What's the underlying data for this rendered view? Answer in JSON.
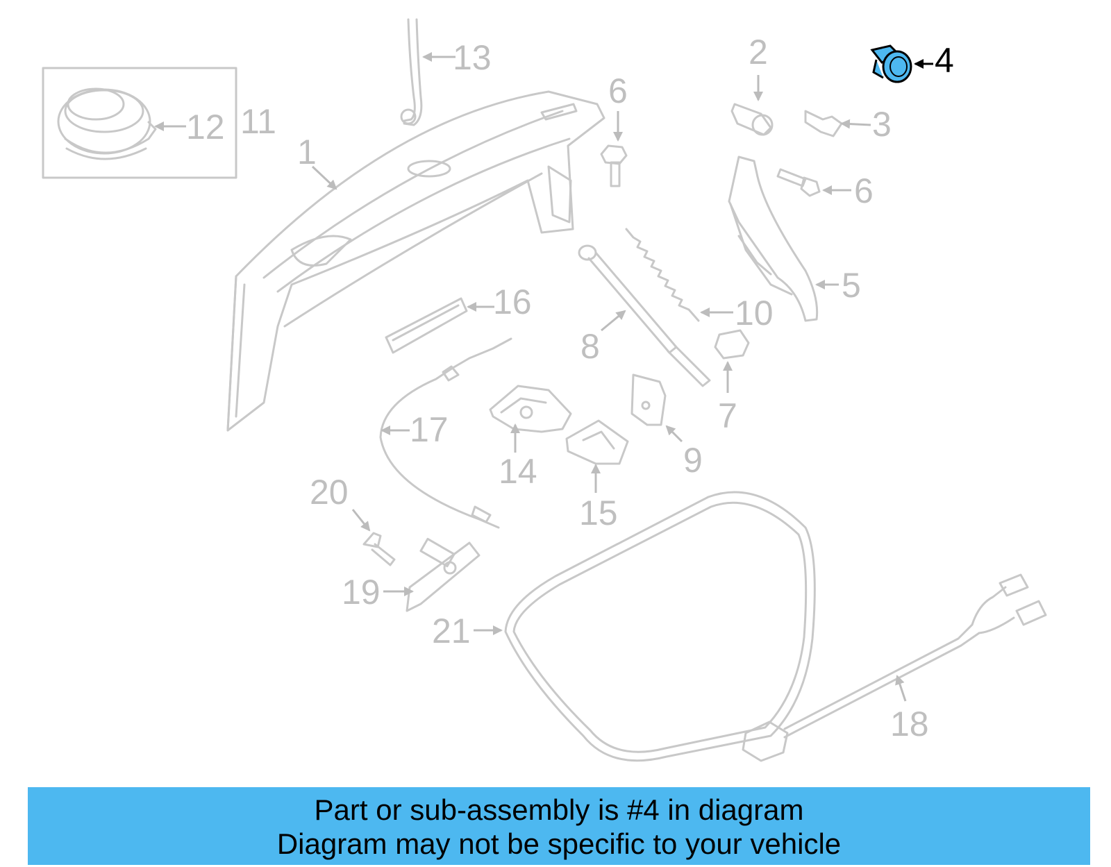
{
  "callouts": {
    "c1": "1",
    "c2": "2",
    "c3": "3",
    "c4": "4",
    "c5": "5",
    "c6a": "6",
    "c6b": "6",
    "c7": "7",
    "c8": "8",
    "c9": "9",
    "c10": "10",
    "c11": "11",
    "c12": "12",
    "c13": "13",
    "c14": "14",
    "c15": "15",
    "c16": "16",
    "c17": "17",
    "c18": "18",
    "c19": "19",
    "c20": "20",
    "c21": "21"
  },
  "colors": {
    "highlight": "#4db8f0",
    "parts": "#c8c8c8",
    "active_text": "#000000"
  },
  "banner": {
    "line1": "Part or sub-assembly is #4 in diagram",
    "line2": "Diagram may not be specific to your vehicle"
  }
}
